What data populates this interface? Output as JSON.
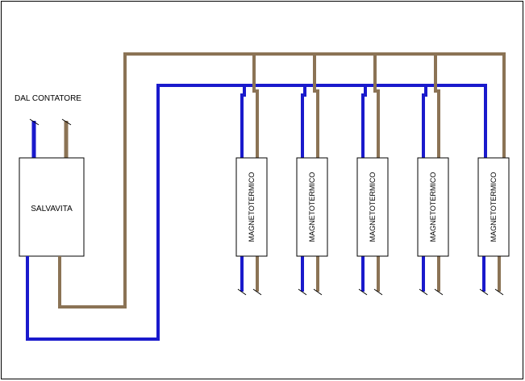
{
  "source_label": "DAL CONTATORE",
  "main_switch": {
    "label": "SALVAVITA"
  },
  "breakers": [
    {
      "label": "MAGNETOTERMICO"
    },
    {
      "label": "MAGNETOTERMICO"
    },
    {
      "label": "MAGNETOTERMICO"
    },
    {
      "label": "MAGNETOTERMICO"
    },
    {
      "label": "MAGNETOTERMICO"
    }
  ],
  "colors": {
    "neutral_wire": "#1a1acc",
    "phase_wire": "#8b7355",
    "frame": "#000000",
    "background": "#ffffff"
  }
}
